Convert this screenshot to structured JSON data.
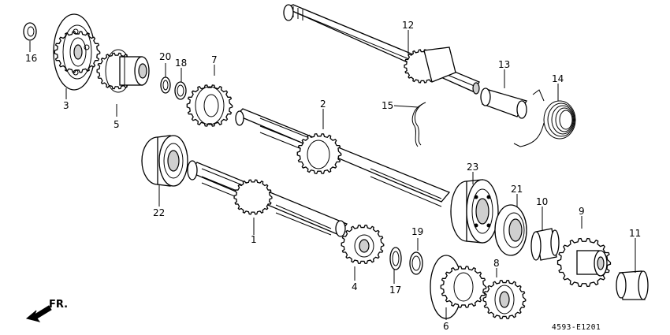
{
  "diagram": {
    "drawing_code": "4593-E1201",
    "direction_label": "FR."
  },
  "parts": {
    "p1": {
      "num": "1"
    },
    "p2": {
      "num": "2"
    },
    "p3": {
      "num": "3"
    },
    "p4": {
      "num": "4"
    },
    "p5": {
      "num": "5"
    },
    "p6": {
      "num": "6"
    },
    "p7": {
      "num": "7"
    },
    "p8": {
      "num": "8"
    },
    "p9": {
      "num": "9"
    },
    "p10": {
      "num": "10"
    },
    "p11": {
      "num": "11"
    },
    "p12": {
      "num": "12"
    },
    "p13": {
      "num": "13"
    },
    "p14": {
      "num": "14"
    },
    "p15": {
      "num": "15"
    },
    "p16": {
      "num": "16"
    },
    "p17": {
      "num": "17"
    },
    "p18": {
      "num": "18"
    },
    "p19": {
      "num": "19"
    },
    "p20": {
      "num": "20"
    },
    "p21": {
      "num": "21"
    },
    "p22": {
      "num": "22"
    },
    "p23": {
      "num": "23"
    }
  }
}
